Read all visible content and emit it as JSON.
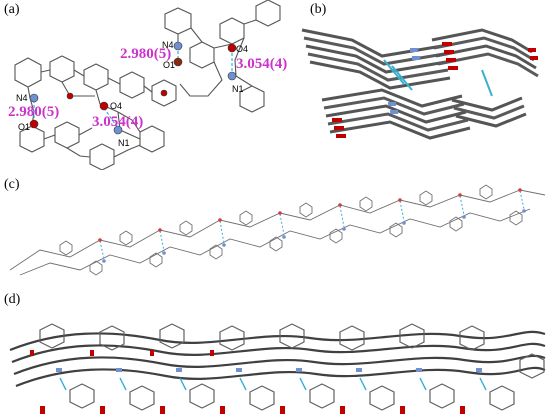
{
  "panels": {
    "a": {
      "label": "(a)"
    },
    "b": {
      "label": "(b)"
    },
    "c": {
      "label": "(c)"
    },
    "d": {
      "label": "(d)"
    }
  },
  "panel_a": {
    "distances": {
      "top_o1_n4": "2.980(5)",
      "top_o4_n1": "3.054(4)",
      "left_o1_n4": "2.980(5)",
      "left_o4_n1": "3.054(4)"
    },
    "atoms": {
      "top_n4": "N4",
      "top_o1": "O1",
      "top_o4": "O4",
      "top_n1": "N1",
      "left_n4": "N4",
      "left_o1": "O1",
      "left_o4": "O4",
      "left_n1": "N1"
    }
  },
  "colors": {
    "distance_label": "#cc33cc",
    "hbond": "#3ab0d0",
    "oxygen": "#c00000",
    "nitrogen": "#7090d0",
    "carbon": "#808080",
    "stick": "#505050"
  }
}
